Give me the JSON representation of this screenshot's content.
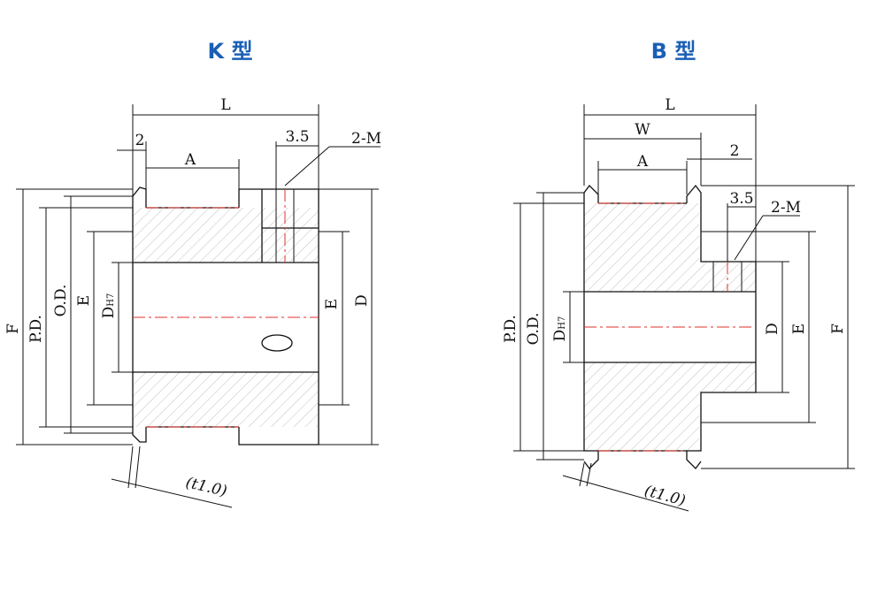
{
  "titles": {
    "k": "K 型",
    "b": "B 型"
  },
  "k_type": {
    "dims": {
      "L": "L",
      "two": "2",
      "three_five": "3.5",
      "two_m": "2-M",
      "A": "A",
      "F": "F",
      "PD": "P.D.",
      "OD": "O.D.",
      "E_left": "E",
      "DH7_main": "D",
      "DH7_sub": "H7",
      "E_right": "E",
      "D_right": "D",
      "t": "(t1.0)"
    }
  },
  "b_type": {
    "dims": {
      "L": "L",
      "W": "W",
      "A": "A",
      "two": "2",
      "three_five": "3.5",
      "two_m": "2-M",
      "PD": "P.D.",
      "OD": "O.D.",
      "DH7_main": "D",
      "DH7_sub": "H7",
      "D": "D",
      "E": "E",
      "F": "F",
      "t": "(t1.0)"
    }
  }
}
